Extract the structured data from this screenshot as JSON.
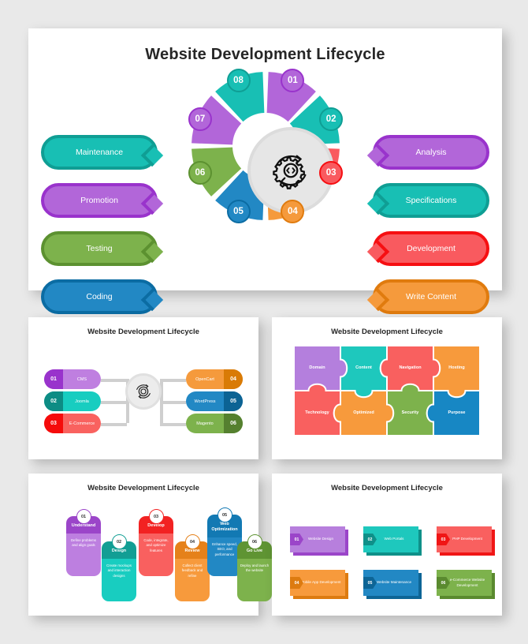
{
  "page": {
    "background": "#e9e9e9"
  },
  "main_slide": {
    "title": "Website Development Lifecycle",
    "hub_icon": "gear-code-cycle-icon",
    "segments": [
      {
        "num": "01",
        "label": "Analysis",
        "color": "#b266d9",
        "dark": "#9933cc",
        "side": "right"
      },
      {
        "num": "02",
        "label": "Specifications",
        "color": "#18bfb4",
        "dark": "#0f9e94",
        "side": "right"
      },
      {
        "num": "03",
        "label": "Development",
        "color": "#f95a5f",
        "dark": "#f60f12",
        "side": "right"
      },
      {
        "num": "04",
        "label": "Write Content",
        "color": "#f59a3c",
        "dark": "#e07b0e",
        "side": "right"
      },
      {
        "num": "05",
        "label": "Coding",
        "color": "#2288c4",
        "dark": "#0b6ca3",
        "side": "left"
      },
      {
        "num": "06",
        "label": "Testing",
        "color": "#7db24c",
        "dark": "#5c9130",
        "side": "left"
      },
      {
        "num": "07",
        "label": "Promotion",
        "color": "#b266d9",
        "dark": "#9933cc",
        "side": "left"
      },
      {
        "num": "08",
        "label": "Maintenance",
        "color": "#18bfb4",
        "dark": "#0f9e94",
        "side": "left"
      }
    ]
  },
  "cms_slide": {
    "title": "Website Development Lifecycle",
    "hub_icon": "gear-code-cycle-icon",
    "left_items": [
      {
        "num": "01",
        "label": "CMS",
        "light": "#bf7fe0",
        "dark": "#9933cc"
      },
      {
        "num": "02",
        "label": "Joomla",
        "light": "#18cdc0",
        "dark": "#0d8c84"
      },
      {
        "num": "03",
        "label": "E-Commerce",
        "light": "#f9625f",
        "dark": "#f50b0b"
      }
    ],
    "right_items": [
      {
        "num": "04",
        "label": "OpenCart",
        "light": "#f59a3c",
        "dark": "#d97b06"
      },
      {
        "num": "05",
        "label": "WordPress",
        "light": "#2288c4",
        "dark": "#0c6394"
      },
      {
        "num": "06",
        "label": "Magento",
        "light": "#7db24c",
        "dark": "#55802f"
      }
    ]
  },
  "puzzle_slide": {
    "title": "Website Development Lifecycle",
    "pieces": [
      {
        "label": "Domain",
        "color": "#b47fdd"
      },
      {
        "label": "Content",
        "color": "#1ec8bd"
      },
      {
        "label": "Navigation",
        "color": "#f9605f"
      },
      {
        "label": "Hosting",
        "color": "#f79a3c"
      },
      {
        "label": "Technology",
        "color": "#f9605f"
      },
      {
        "label": "Optimized",
        "color": "#f79a3c"
      },
      {
        "label": "Security",
        "color": "#7db24c"
      },
      {
        "label": "Purpose",
        "color": "#1787c4"
      }
    ]
  },
  "steps_slide": {
    "title": "Website Development Lifecycle",
    "steps": [
      {
        "num": "01",
        "head": "Understand",
        "body": "Define problems and align goals",
        "head_color": "#9b45c9",
        "body_color": "#bd7fe0"
      },
      {
        "num": "02",
        "head": "Design",
        "body": "Create mockups and interaction designs",
        "head_color": "#129e94",
        "body_color": "#18cdc0"
      },
      {
        "num": "03",
        "head": "Develop",
        "body": "Code, integrate, and optimize features",
        "head_color": "#f22222",
        "body_color": "#f9605f"
      },
      {
        "num": "04",
        "head": "Review",
        "body": "Collect client feedback and refine",
        "head_color": "#e5811a",
        "body_color": "#f79a3c"
      },
      {
        "num": "05",
        "head": "Web Optimization",
        "body": "Enhance speed, SEO, and performance",
        "head_color": "#1279b3",
        "body_color": "#2288c4"
      },
      {
        "num": "06",
        "head": "Go Live",
        "body": "Deploy and launch the website",
        "head_color": "#5f9433",
        "body_color": "#7db24c"
      }
    ]
  },
  "services_slide": {
    "title": "Website Development Lifecycle",
    "services": [
      {
        "num": "01",
        "label": "Website Design",
        "color": "#b77fdd",
        "dark": "#9b45c9"
      },
      {
        "num": "02",
        "label": "Web Portals",
        "color": "#1ec8bd",
        "dark": "#0f9089"
      },
      {
        "num": "03",
        "label": "PHP Development",
        "color": "#f9605f",
        "dark": "#f01616"
      },
      {
        "num": "04",
        "label": "Mobile App Development",
        "color": "#f79a3c",
        "dark": "#dd7b10"
      },
      {
        "num": "05",
        "label": "Website Maintenance",
        "color": "#2288c4",
        "dark": "#0d6596"
      },
      {
        "num": "06",
        "label": "e-Commerce Website Development",
        "color": "#7db24c",
        "dark": "#5a8a2f"
      }
    ]
  }
}
